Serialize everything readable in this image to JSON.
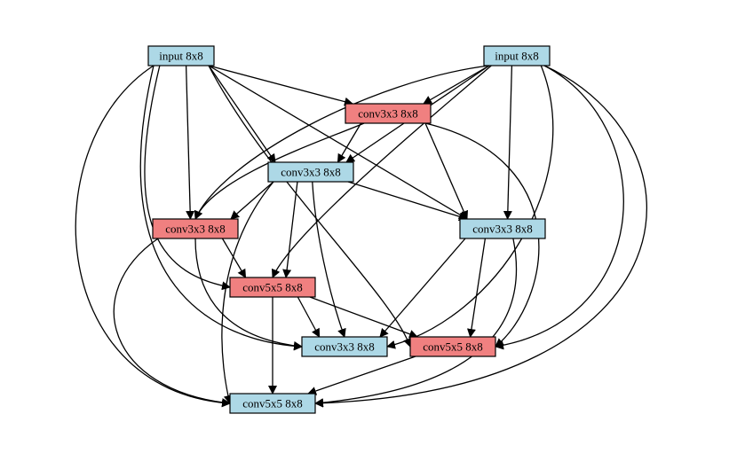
{
  "diagram": {
    "colors": {
      "blue": "#add8e6",
      "red": "#f08080",
      "edge": "#000000"
    },
    "nodes": [
      {
        "id": "in1",
        "label": "input  8x8",
        "color": "blue"
      },
      {
        "id": "in2",
        "label": "input  8x8",
        "color": "blue"
      },
      {
        "id": "c3a",
        "label": "conv3x3  8x8",
        "color": "red"
      },
      {
        "id": "c3b",
        "label": "conv3x3  8x8",
        "color": "blue"
      },
      {
        "id": "c3c",
        "label": "conv3x3  8x8",
        "color": "red"
      },
      {
        "id": "c3d",
        "label": "conv3x3  8x8",
        "color": "blue"
      },
      {
        "id": "c5a",
        "label": "conv5x5  8x8",
        "color": "red"
      },
      {
        "id": "c3e",
        "label": "conv3x3  8x8",
        "color": "blue"
      },
      {
        "id": "c5b",
        "label": "conv5x5  8x8",
        "color": "red"
      },
      {
        "id": "c5c",
        "label": "conv5x5  8x8",
        "color": "blue"
      }
    ],
    "edges": [
      {
        "from": "in1",
        "to": "c3a"
      },
      {
        "from": "in1",
        "to": "c3b"
      },
      {
        "from": "in1",
        "to": "c3c"
      },
      {
        "from": "in1",
        "to": "c3d"
      },
      {
        "from": "in1",
        "to": "c5a"
      },
      {
        "from": "in1",
        "to": "c3e"
      },
      {
        "from": "in1",
        "to": "c5b"
      },
      {
        "from": "in1",
        "to": "c5c"
      },
      {
        "from": "in2",
        "to": "c3a"
      },
      {
        "from": "in2",
        "to": "c3b"
      },
      {
        "from": "in2",
        "to": "c3c"
      },
      {
        "from": "in2",
        "to": "c3d"
      },
      {
        "from": "in2",
        "to": "c5a"
      },
      {
        "from": "in2",
        "to": "c3e"
      },
      {
        "from": "in2",
        "to": "c5b"
      },
      {
        "from": "in2",
        "to": "c5c"
      },
      {
        "from": "c3a",
        "to": "c3b"
      },
      {
        "from": "c3a",
        "to": "c3c"
      },
      {
        "from": "c3a",
        "to": "c3d"
      },
      {
        "from": "c3a",
        "to": "c5b"
      },
      {
        "from": "c3b",
        "to": "c3c"
      },
      {
        "from": "c3b",
        "to": "c3d"
      },
      {
        "from": "c3b",
        "to": "c5a"
      },
      {
        "from": "c3b",
        "to": "c3e"
      },
      {
        "from": "c3b",
        "to": "c5c"
      },
      {
        "from": "c3c",
        "to": "c5a"
      },
      {
        "from": "c3c",
        "to": "c3e"
      },
      {
        "from": "c3c",
        "to": "c5c"
      },
      {
        "from": "c3d",
        "to": "c3e"
      },
      {
        "from": "c3d",
        "to": "c5b"
      },
      {
        "from": "c3d",
        "to": "c5c"
      },
      {
        "from": "c5a",
        "to": "c3e"
      },
      {
        "from": "c5a",
        "to": "c5b"
      },
      {
        "from": "c5a",
        "to": "c5c"
      },
      {
        "from": "c5b",
        "to": "c5c"
      }
    ]
  }
}
